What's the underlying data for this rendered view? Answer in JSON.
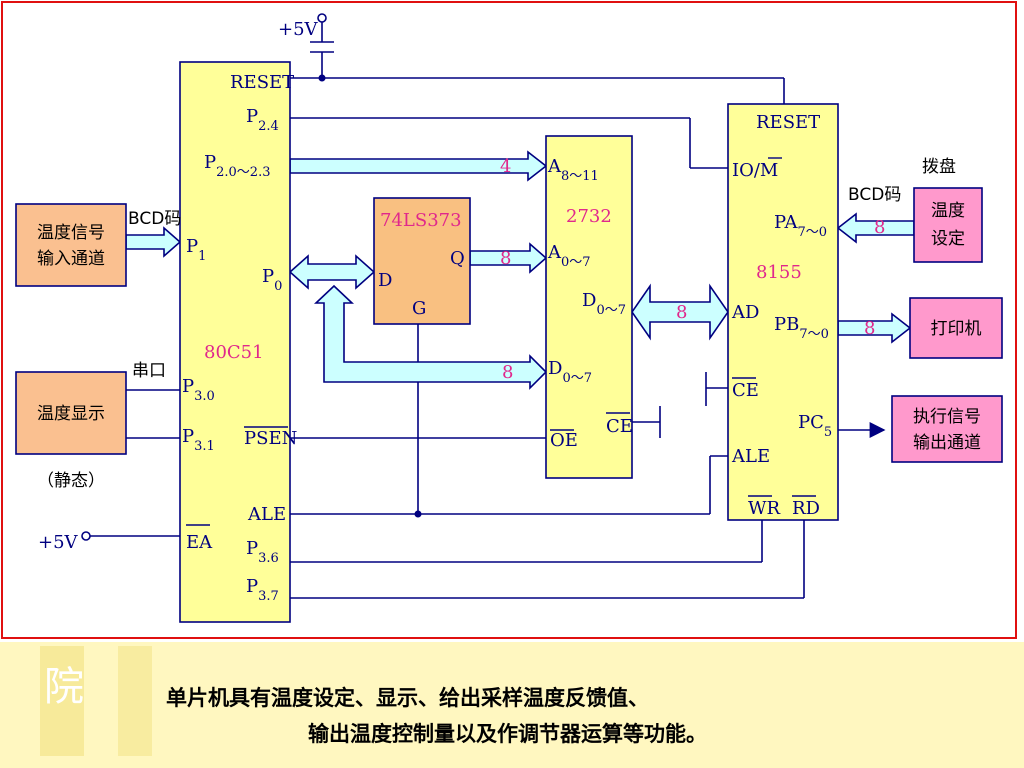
{
  "colors": {
    "border": "#e01010",
    "wire": "#000080",
    "chip_fill": "#ffff99",
    "latch_fill": "#f9c081",
    "io_box_fill": "#fac090",
    "out_box_fill": "#ff99cc",
    "bus_fill": "#ccffff",
    "label": "#000080",
    "pink_label": "#e0288c",
    "footer_bg": "#fff7c0"
  },
  "power": {
    "top_vcc": "+5V",
    "ea_vcc": "+5V"
  },
  "mcu": {
    "name": "80C51",
    "pins": {
      "reset": "RESET",
      "p24": {
        "main": "P",
        "sub": "2.4"
      },
      "p20": {
        "main": "P",
        "sub": "2.0～2.3"
      },
      "p1": {
        "main": "P",
        "sub": "1"
      },
      "p0": {
        "main": "P",
        "sub": "0"
      },
      "p30": {
        "main": "P",
        "sub": "3.0"
      },
      "p31": {
        "main": "P",
        "sub": "3.1"
      },
      "psen": "PSEN",
      "ale": "ALE",
      "ea": "EA",
      "p36": {
        "main": "P",
        "sub": "3.6"
      },
      "p37": {
        "main": "P",
        "sub": "3.7"
      }
    }
  },
  "latch": {
    "name": "74LS373",
    "d": "D",
    "q": "Q",
    "g": "G"
  },
  "eprom": {
    "name": "2732",
    "a_high": {
      "main": "A",
      "sub": "8～11"
    },
    "a_low": {
      "main": "A",
      "sub": "0～7"
    },
    "d_out": {
      "main": "D",
      "sub": "0～7"
    },
    "d_in": {
      "main": "D",
      "sub": "0～7"
    },
    "oe": "OE",
    "ce": "CE"
  },
  "pio": {
    "name": "8155",
    "reset": "RESET",
    "iom": "IO/M",
    "pa": {
      "main": "PA",
      "sub": "7～0"
    },
    "ad": "AD",
    "pb": {
      "main": "PB",
      "sub": "7～0"
    },
    "ce": "CE",
    "pc5": {
      "main": "PC",
      "sub": "5"
    },
    "ale": "ALE",
    "wr": "WR",
    "rd": "RD"
  },
  "bus_widths": {
    "p2_to_a811": "4",
    "q_to_a07": "8",
    "p0_to_d07": "8",
    "d07_to_ad": "8",
    "pa_in": "8",
    "pb_out": "8"
  },
  "blocks": {
    "temp_input": [
      "温度信号",
      "输入通道"
    ],
    "temp_input_code": "BCD码",
    "display": "温度显示",
    "display_note": "（静态）",
    "serial": "串口",
    "dial_title": "拨盘",
    "dial_code": "BCD码",
    "dial": [
      "温度",
      "设定"
    ],
    "printer": "打印机",
    "actuator": [
      "执行信号",
      "输出通道"
    ]
  },
  "footer": {
    "line1": "单片机具有温度设定、显示、给出采样温度反馈值、",
    "line2": "输出温度控制量以及作调节器运算等功能。",
    "watermark": "院"
  }
}
